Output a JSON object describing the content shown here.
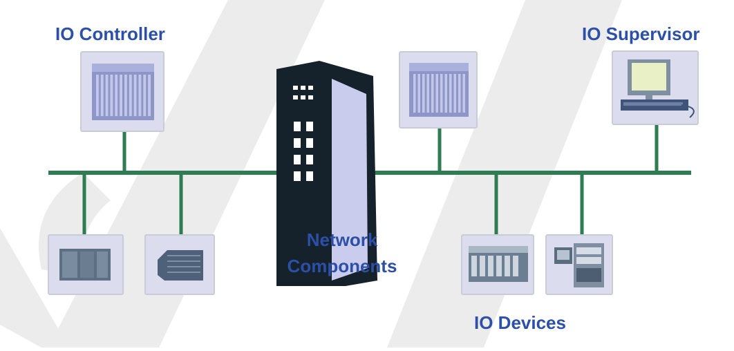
{
  "colors": {
    "label_text": "#2c4fa8",
    "bus_line": "#2e7d52",
    "device_border": "#c9cbd6",
    "device_bg": "#dcdcef",
    "plc_body": "#8e96c8",
    "switch_dark": "#16222b",
    "switch_face": "#c9ccec",
    "watermark": "#ececec"
  },
  "labels": {
    "io_controller": "IO Controller",
    "io_supervisor": "IO Supervisor",
    "network_line1": "Network",
    "network_line2": "Components",
    "io_devices": "IO Devices"
  },
  "icons": {
    "controller": "plc-rack-icon",
    "plc_secondary": "plc-rack-icon",
    "supervisor": "computer-workstation-icon",
    "switch": "industrial-network-switch-icon",
    "device_compact_plc": "compact-plc-icon",
    "device_drive": "drive-unit-icon",
    "device_io_module": "io-module-rack-icon",
    "device_panel": "control-panel-icon"
  }
}
